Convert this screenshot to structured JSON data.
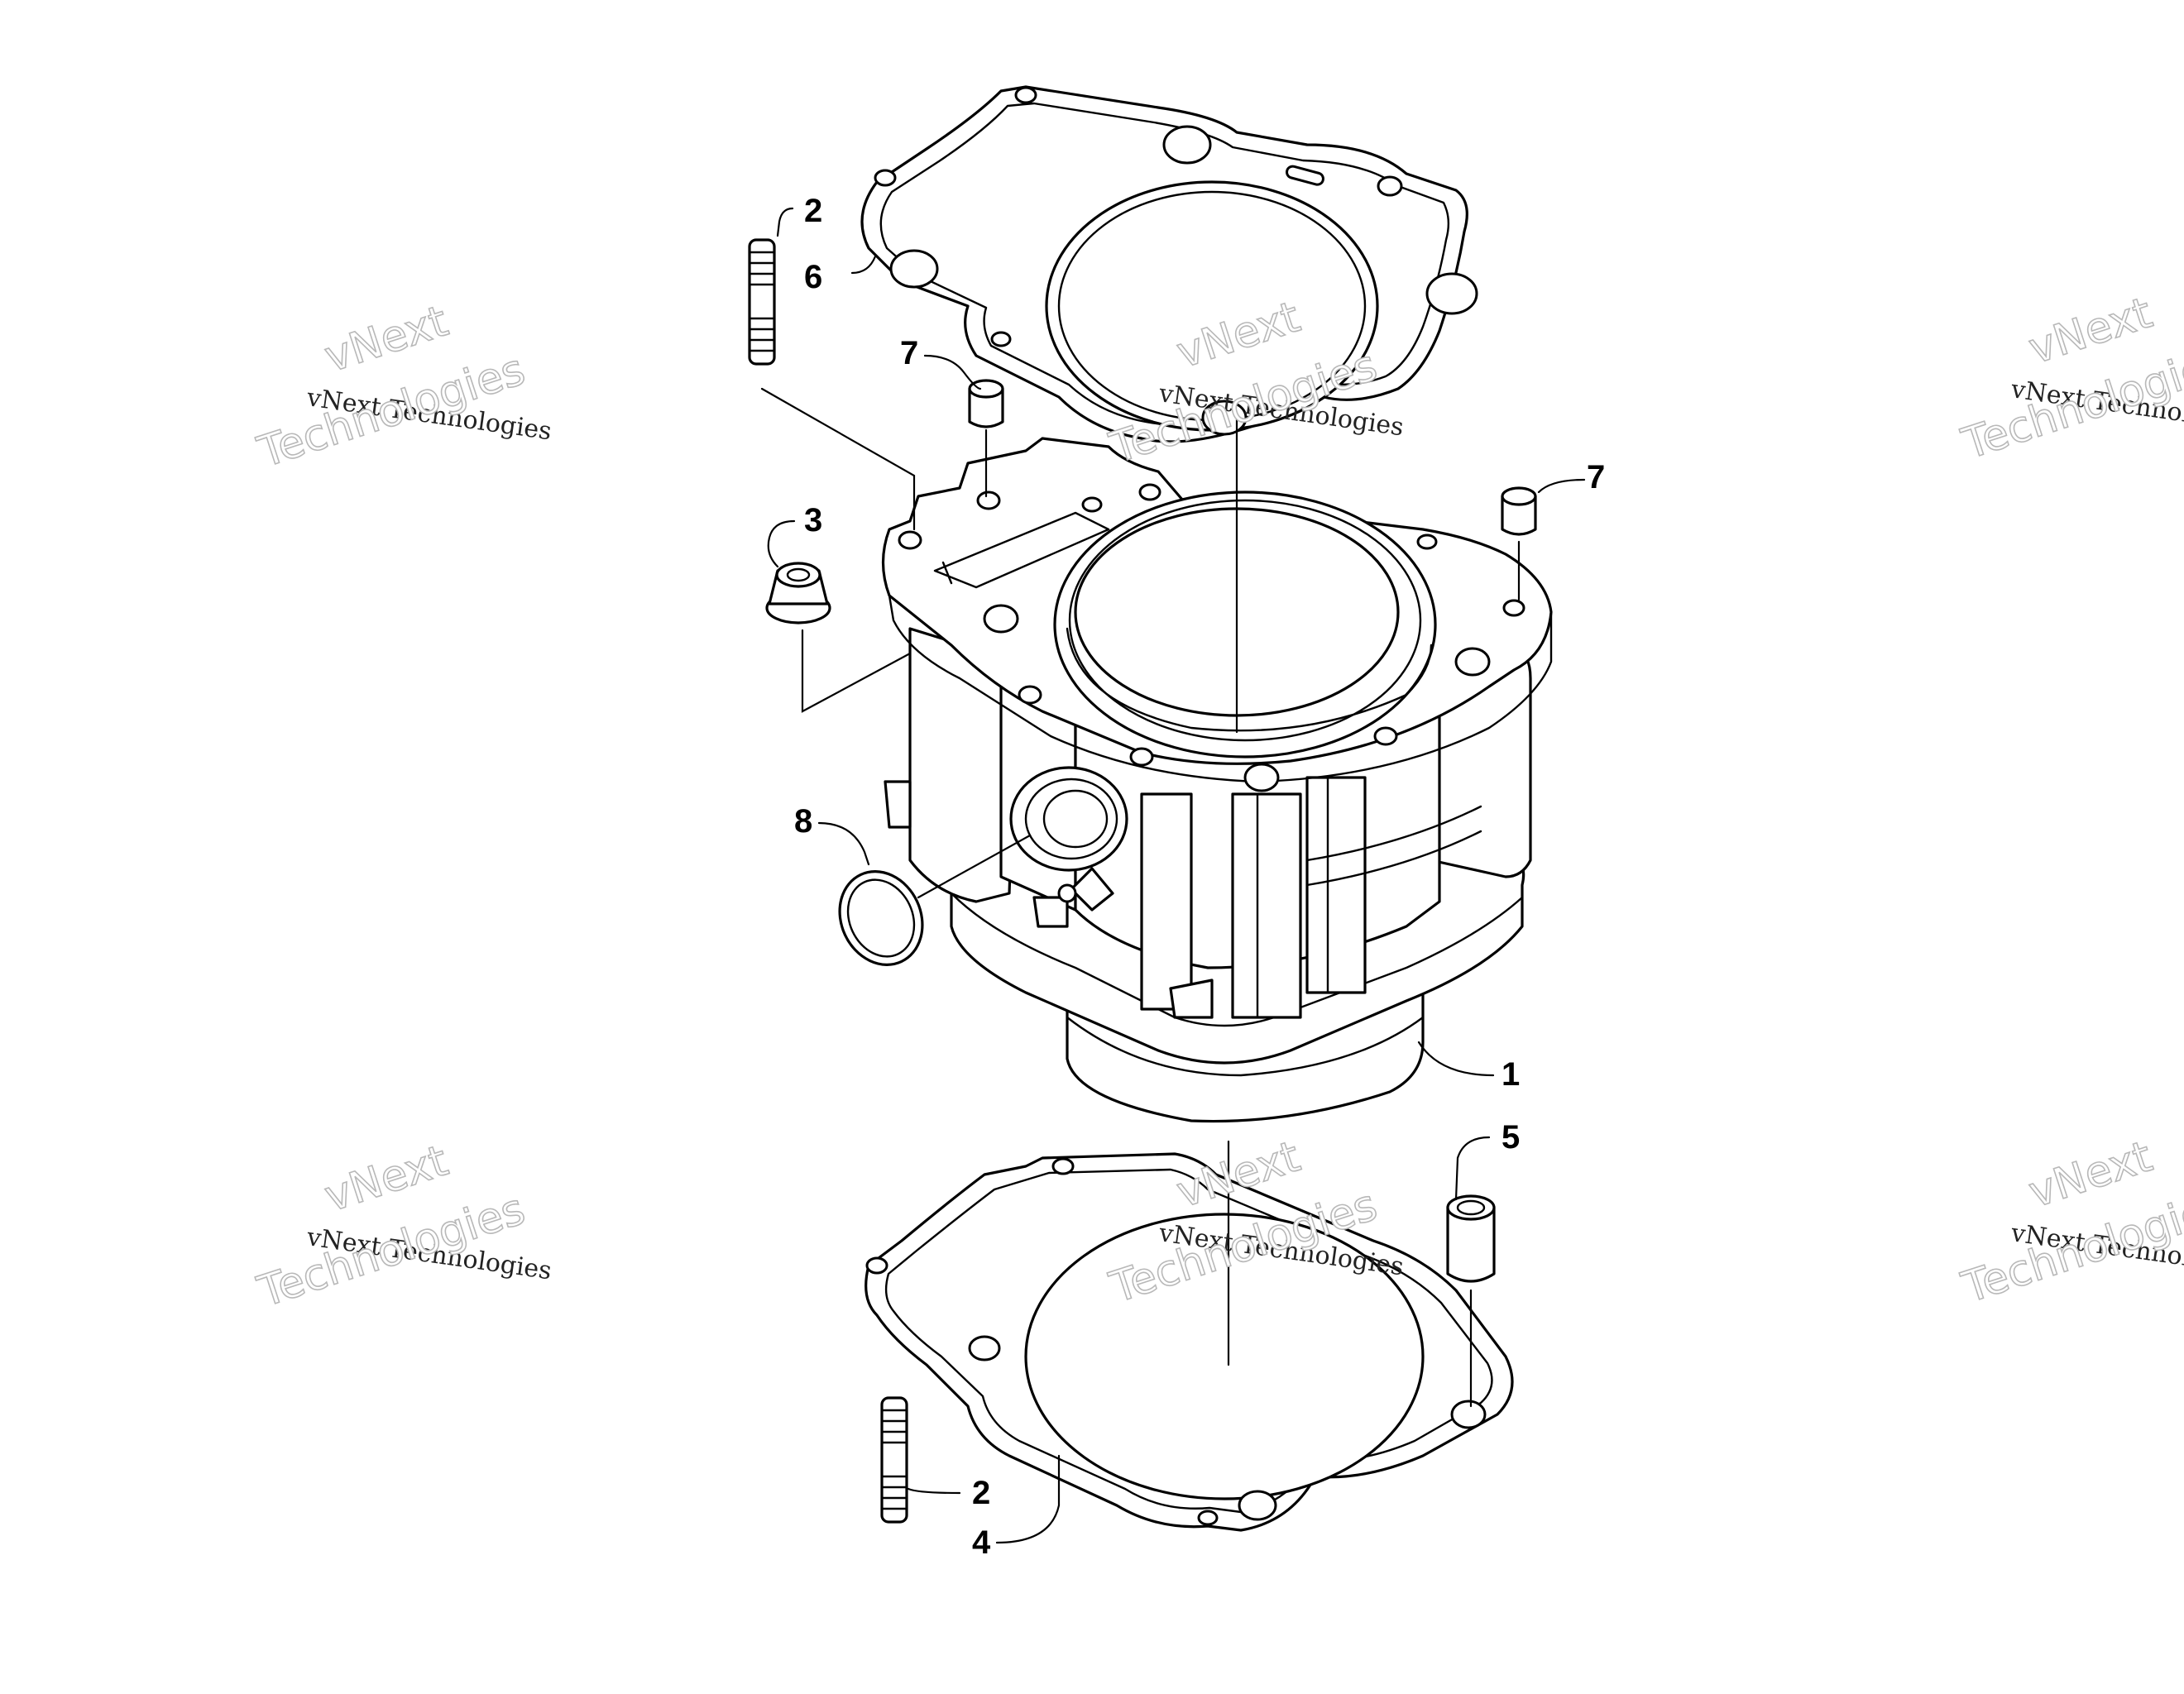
{
  "diagram": {
    "callouts": [
      {
        "id": "c2-top",
        "label": "2"
      },
      {
        "id": "c6",
        "label": "6"
      },
      {
        "id": "c7-left",
        "label": "7"
      },
      {
        "id": "c7-right",
        "label": "7"
      },
      {
        "id": "c3",
        "label": "3"
      },
      {
        "id": "c8",
        "label": "8"
      },
      {
        "id": "c1",
        "label": "1"
      },
      {
        "id": "c5",
        "label": "5"
      },
      {
        "id": "c2-bottom",
        "label": "2"
      },
      {
        "id": "c4",
        "label": "4"
      }
    ],
    "watermark": {
      "line_small": "vNext Technologies",
      "line_big_1": "vNext",
      "line_big_2": "Technologies"
    }
  }
}
